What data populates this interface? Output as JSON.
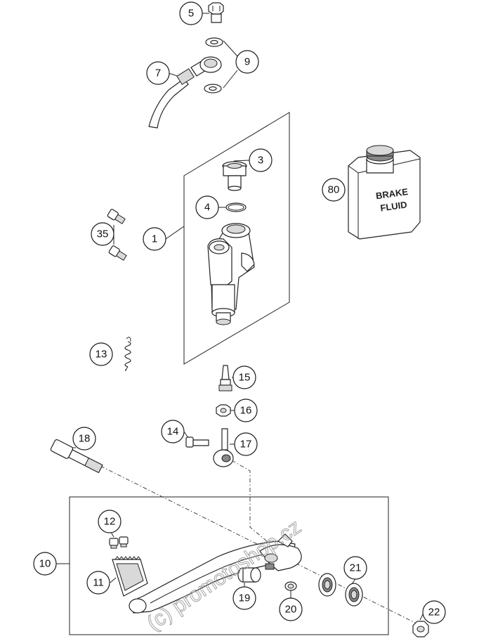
{
  "callouts": {
    "c5": "5",
    "c9": "9",
    "c7": "7",
    "c3": "3",
    "c80": "80",
    "c4": "4",
    "c35": "35",
    "c1": "1",
    "c13": "13",
    "c15": "15",
    "c16": "16",
    "c14": "14",
    "c17": "17",
    "c18": "18",
    "c12": "12",
    "c10": "10",
    "c21": "21",
    "c11": "11",
    "c19": "19",
    "c20": "20",
    "c22": "22"
  },
  "can": {
    "line1": "BRAKE",
    "line2": "FLUID"
  },
  "watermark": "(c) promotoshop.cz"
}
